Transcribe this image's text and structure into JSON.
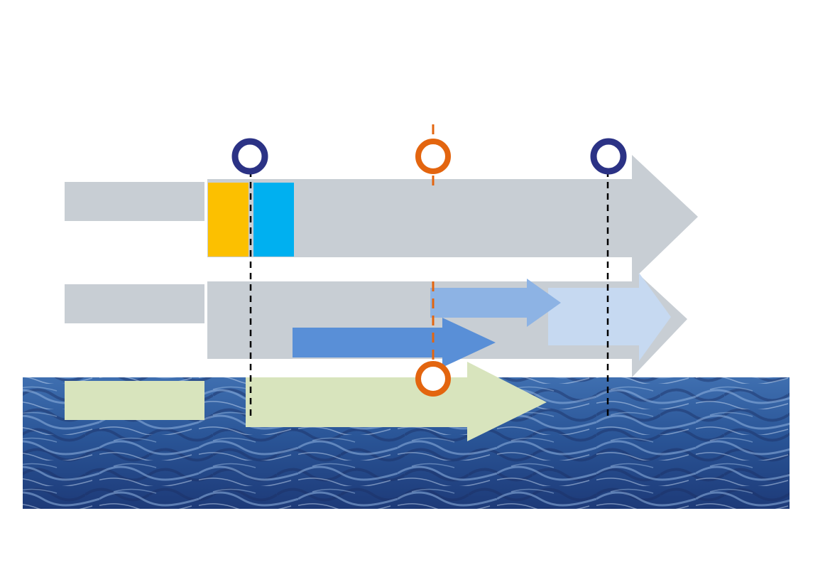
{
  "colors": {
    "background": "#ffffff",
    "track_gray": "#c8ced4",
    "label_gray": "#c8ced4",
    "milestone_navy": "#2b3285",
    "milestone_orange": "#e3650f",
    "block_yellow": "#fcc000",
    "block_cyan": "#00b0f0",
    "arrow_blue_dark": "#598fd7",
    "arrow_blue_mid": "#8db3e4",
    "arrow_blue_light": "#c6d9f1",
    "arrow_green_light": "#d8e4bd",
    "sea_dark": "#1f3a73",
    "sea_mid": "#2f5fa0",
    "sea_light": "#6f9ad0",
    "dash_black": "#000000"
  },
  "milestones": [
    {
      "name": "milestone-1",
      "style": "navy-ring"
    },
    {
      "name": "milestone-2",
      "style": "orange-ring"
    },
    {
      "name": "milestone-3",
      "style": "navy-ring"
    }
  ],
  "rows": [
    {
      "name": "row-1",
      "label": ""
    },
    {
      "name": "row-2",
      "label": ""
    },
    {
      "name": "row-3",
      "label": ""
    }
  ],
  "background_image": "ocean-waves"
}
